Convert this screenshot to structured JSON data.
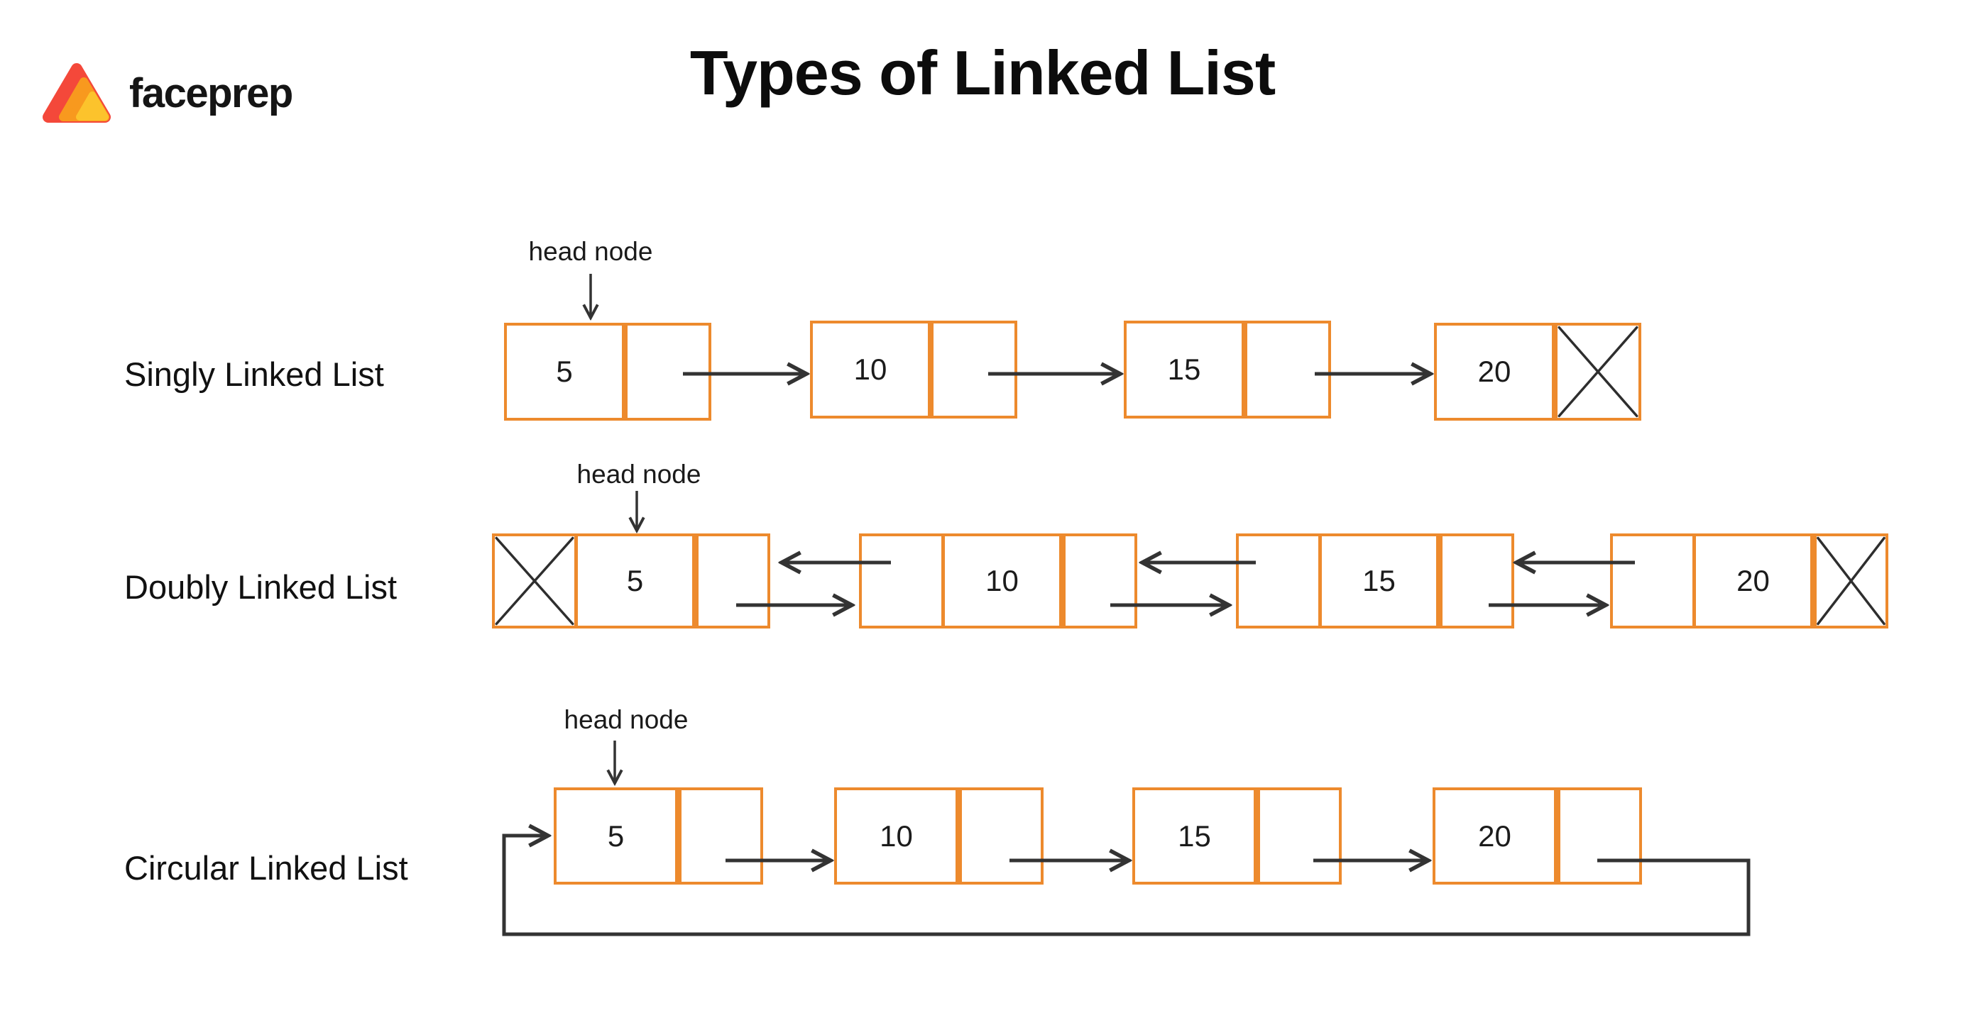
{
  "brand": {
    "name": "faceprep"
  },
  "title": "Types of Linked List",
  "colors": {
    "node_border": "#ED8A2D",
    "line": "#333333",
    "text": "#1b1b1b",
    "logo_red": "#F4483A",
    "logo_orange": "#F8991E",
    "logo_yellow": "#FCC32C"
  },
  "rows": [
    {
      "label": "Singly Linked List",
      "head_label": "head node",
      "values": [
        "5",
        "10",
        "15",
        "20"
      ]
    },
    {
      "label": "Doubly Linked List",
      "head_label": "head node",
      "values": [
        "5",
        "10",
        "15",
        "20"
      ]
    },
    {
      "label": "Circular Linked List",
      "head_label": "head node",
      "values": [
        "5",
        "10",
        "15",
        "20"
      ]
    }
  ]
}
